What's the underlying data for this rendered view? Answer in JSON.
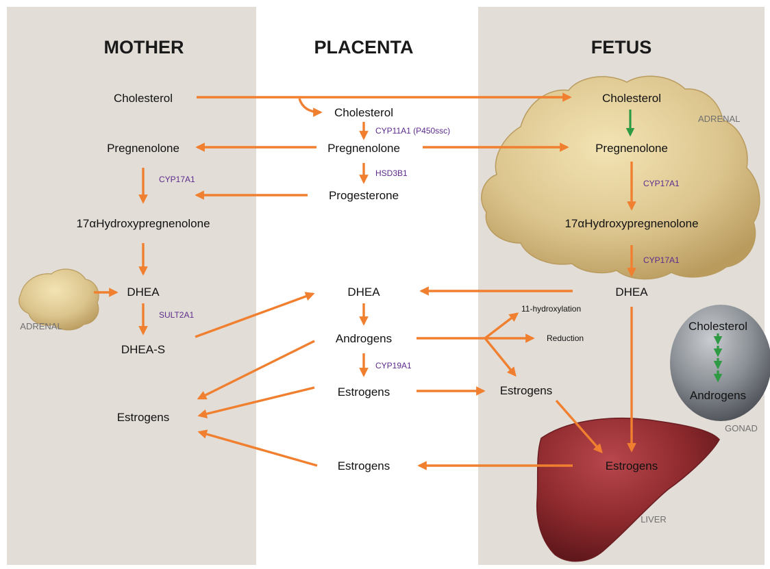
{
  "headers": {
    "mother": "MOTHER",
    "placenta": "PLACENTA",
    "fetus": "FETUS"
  },
  "mother": {
    "cholesterol": "Cholesterol",
    "pregnenolone": "Pregnenolone",
    "enzyme_cyp17a1": "CYP17A1",
    "hydroxypregnenolone": "17αHydroxypregnenolone",
    "dhea": "DHEA",
    "enzyme_sult2a1": "SULT2A1",
    "dhea_s": "DHEA-S",
    "estrogens": "Estrogens",
    "adrenal_label": "ADRENAL"
  },
  "placenta": {
    "cholesterol": "Cholesterol",
    "enzyme_cyp11a1": "CYP11A1 (P450ssc)",
    "pregnenolone": "Pregnenolone",
    "enzyme_hsd3b1": "HSD3B1",
    "progesterone": "Progesterone",
    "dhea": "DHEA",
    "androgens": "Androgens",
    "enzyme_cyp19a1": "CYP19A1",
    "estrogens_upper": "Estrogens",
    "estrogens_lower": "Estrogens"
  },
  "peripheral": {
    "hydroxylation": "11-hydroxylation",
    "reduction": "Reduction",
    "estrogens": "Estrogens"
  },
  "fetus": {
    "cholesterol": "Cholesterol",
    "pregnenolone": "Pregnenolone",
    "enzyme_cyp17a1_upper": "CYP17A1",
    "hydroxypregnenolone": "17αHydroxypregnenolone",
    "enzyme_cyp17a1_lower": "CYP17A1",
    "dhea": "DHEA",
    "adrenal_label": "ADRENAL",
    "gonad_cholesterol": "Cholesterol",
    "gonad_androgens": "Androgens",
    "gonad_label": "GONAD",
    "liver_estrogens": "Estrogens",
    "liver_label": "LIVER"
  },
  "colors": {
    "mother_bg": "#e2ddd7",
    "fetus_bg": "#e2ddd7",
    "placenta_bg": "#ffffff",
    "arrow": "#f08030",
    "enzyme_text": "#5b2a8c",
    "gonad_arrow": "#2e9a44",
    "adrenal": "#d9c38d",
    "gonad": "#757a80",
    "liver": "#8e2a2e"
  }
}
